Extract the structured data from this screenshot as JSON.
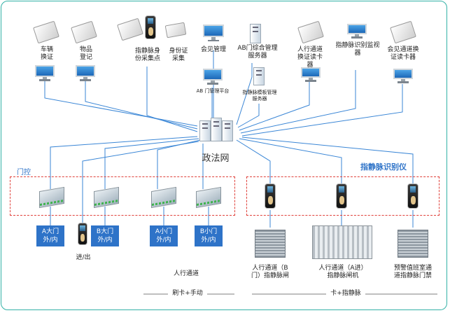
{
  "top_devices": {
    "vehicle": "车辆\n换证",
    "goods": "物品\n登记",
    "fp_collect": "指静脉身\n份采集点",
    "id_collect": "身份证\n采集",
    "visit_mgmt": "会见管理",
    "ab_server": "AB门综合管理\n服务器",
    "passage_reader": "人行通道\n换证读卡\n器",
    "fp_monitor": "指静脉识别监视\n器",
    "visit_reader": "会见通道换\n证读卡器"
  },
  "mid_devices": {
    "ab_platform": "AB 门管理平台",
    "fp_template_server": "指静脉模板管理\n服务器"
  },
  "network": {
    "label": "政法网"
  },
  "zones": {
    "door_control": "门控",
    "fp_recognizer": "指静脉识别仪"
  },
  "doors": [
    "A大门\n外/内",
    "B大门\n外/内",
    "A小门\n外/内",
    "B小门\n外/内"
  ],
  "in_out": "进/出",
  "bottom": {
    "passage": "人行通道",
    "gate_b": "人行通道（B\n门）指静脉闸",
    "gate_a": "人行通道（A进）\n指静脉闸机",
    "gate_alarm": "预警值班室通\n道指静脉门禁",
    "footer_left": "刷卡+手动",
    "footer_right": "卡+指静脉"
  },
  "colors": {
    "wire": "#3a86d6",
    "frame": "#33b1a6",
    "zone": "#e0403a",
    "door_box": "#2e73c8"
  }
}
